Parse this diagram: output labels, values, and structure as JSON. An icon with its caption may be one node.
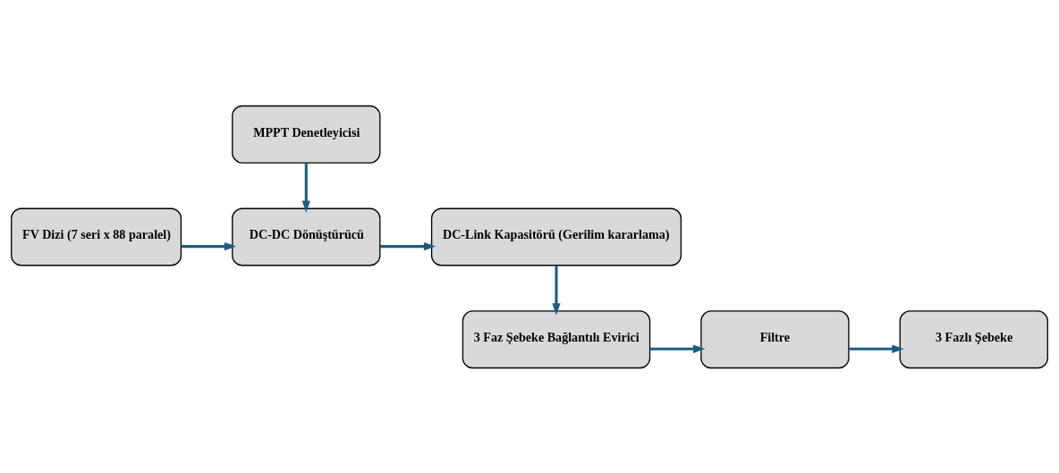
{
  "diagram": {
    "nodes": [
      {
        "text": [
          "MPPT Denetleyicisi"
        ]
      },
      {
        "text": [
          "FV Dizi (7 seri x 88 paralel)"
        ]
      },
      {
        "text": [
          "DC-DC Dönüştürücü"
        ]
      },
      {
        "text": [
          "DC-Link Kapasitörü (Gerilim kararlama)"
        ]
      },
      {
        "text": [
          "3 Faz Şebeke Bağlantılı Evirici"
        ]
      },
      {
        "text": [
          "Filtre"
        ]
      },
      {
        "text": [
          "3 Fazlı Şebeke"
        ]
      }
    ],
    "edges": [
      {
        "from": 0,
        "to": 2,
        "arrow": "to"
      },
      {
        "from": 1,
        "to": 2,
        "arrow": "to"
      },
      {
        "from": 2,
        "to": 3,
        "arrow": "to"
      },
      {
        "from": 3,
        "to": 4,
        "arrow": "to"
      },
      {
        "from": 4,
        "to": 5,
        "arrow": "to"
      },
      {
        "from": 5,
        "to": 6,
        "arrow": "to"
      }
    ]
  }
}
